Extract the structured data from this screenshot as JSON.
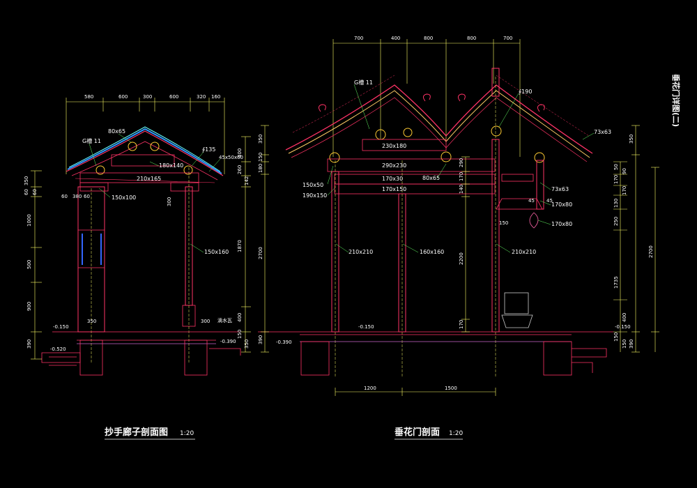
{
  "drawing": {
    "side_title": "垂花门详图(二)",
    "left": {
      "title": "抄手廊子剖面图",
      "scale": "1:20",
      "top_dims": [
        "580",
        "600",
        "300",
        "600",
        "320",
        "160"
      ],
      "labels": {
        "gutter": "G槽 11",
        "beam_top": "80x65",
        "phi": "∮135",
        "eave": "45x50x60",
        "beam_mid": "180x140",
        "beam_main": "210x165",
        "beam_low": "150x100",
        "col": "150x160",
        "lvl1": "-0.150",
        "lvl2": "-0.520",
        "lvl3": "-0.390",
        "dim350": "350",
        "dim300": "300",
        "dim60a": "60",
        "dim60b": "60",
        "dim380": "380",
        "tag": "滴水瓦"
      },
      "left_dims": [
        "350",
        "60",
        "60",
        "1000",
        "500",
        "900",
        "390"
      ],
      "right_dims": [
        "400",
        "260",
        "142",
        "1870",
        "400",
        "150",
        "350"
      ]
    },
    "right": {
      "title": "垂花门剖面",
      "scale": "1:20",
      "top_dims": [
        "700",
        "400",
        "800",
        "800",
        "700"
      ],
      "labels": {
        "gutter": "G槽 11",
        "phi": "∮190",
        "r1": "73x63",
        "b1": "230x180",
        "b2": "290x230",
        "b3": "170x30",
        "b4": "170x150",
        "b5": "80x65",
        "l1": "150x50",
        "l2": "190x150",
        "c1": "210x210",
        "c2": "160x160",
        "c3": "210x210",
        "r2": "73x63",
        "r3": "170x80",
        "r4": "170x80",
        "d45a": "45",
        "d45b": "45",
        "d150": "150",
        "lvl1": "-0.150",
        "lvl2": "-0.390",
        "lvl3": "-0.150"
      },
      "bottom_dims": [
        "1200",
        "1500"
      ],
      "left_dims": [
        "350",
        "150",
        "180",
        "2700",
        "390"
      ],
      "mid_dims": [
        "290",
        "170",
        "140",
        "2200",
        "170"
      ],
      "right_dims": [
        "350",
        "50",
        "90",
        "170",
        "170",
        "130",
        "250",
        "2700",
        "1735",
        "400",
        "150",
        "150",
        "390"
      ]
    }
  }
}
